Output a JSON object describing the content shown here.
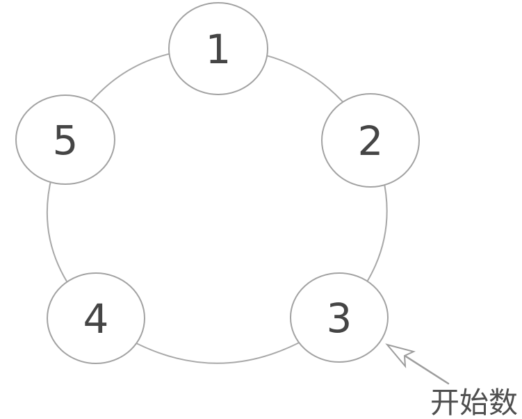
{
  "diagram": {
    "background": "#ffffff",
    "nodes": [
      {
        "label": "1"
      },
      {
        "label": "2"
      },
      {
        "label": "3"
      },
      {
        "label": "4"
      },
      {
        "label": "5"
      }
    ],
    "annotation": {
      "label": "开始数",
      "target_node": "3"
    },
    "colors": {
      "ring_stroke": "#a8a8a8",
      "node_stroke": "#a2a2a2",
      "node_fill": "#ffffff",
      "number": "#454545",
      "arrow": "#9d9d9d",
      "label": "#4f4f4f"
    }
  }
}
